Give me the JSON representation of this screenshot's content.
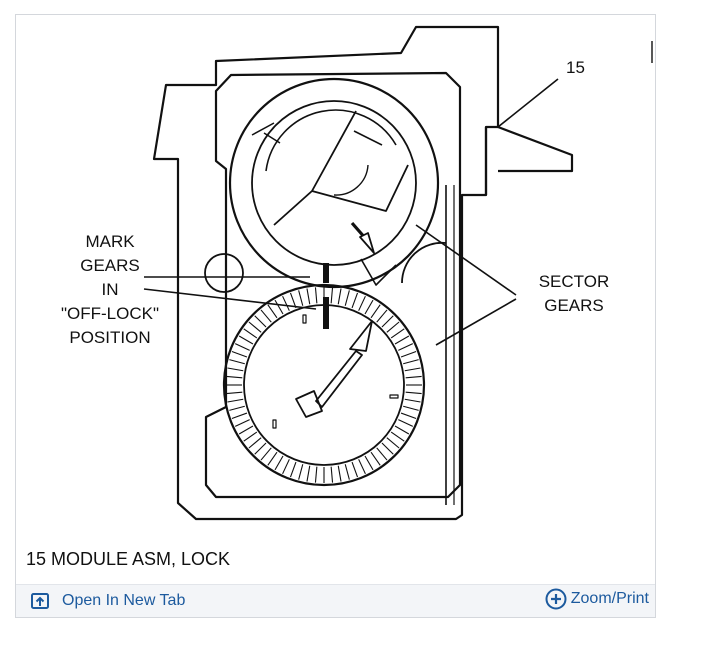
{
  "diagram": {
    "callout_number": "15",
    "left_label": [
      "MARK",
      "GEARS",
      "IN",
      "\"OFF-LOCK\"",
      "POSITION"
    ],
    "right_label": [
      "SECTOR",
      "GEARS"
    ],
    "caption": "15  MODULE ASM, LOCK"
  },
  "footer": {
    "open_tab_label": "Open In New Tab",
    "zoom_label": "Zoom/Print"
  },
  "colors": {
    "link": "#1c5a9e",
    "ink": "#111111"
  },
  "icons": {
    "open_tab": "open-new-tab-icon",
    "zoom": "zoom-plus-icon"
  }
}
